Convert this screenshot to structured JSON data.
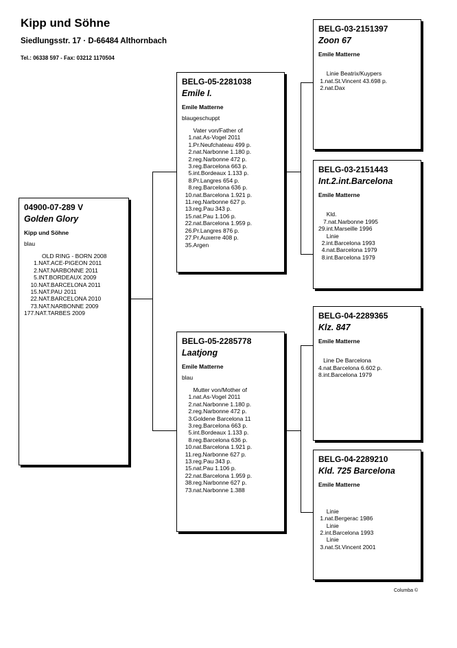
{
  "header": {
    "name": "Kipp und Söhne",
    "address": "Siedlungsstr. 17  ·  D-66484 Althornbach",
    "contact": "Tel.: 06338 597  -  Fax: 03212 1170504"
  },
  "pigeons": {
    "subject": {
      "ring": "04900-07-289 V",
      "name": "Golden Glory",
      "breeder": "Kipp und Söhne",
      "color": "blau",
      "lines": [
        "           OLD RING - BORN 2008",
        "      1.NAT.ACE-PIGEON 2011",
        "      2.NAT.NARBONNE 2011",
        "      5.INT.BORDEAUX 2009",
        "    10.NAT.BARCELONA 2011",
        "    15.NAT.PAU 2011",
        "    22.NAT.BARCELONA 2010",
        "    73.NAT.NARBONNE 2009",
        "177.NAT.TARBES 2009"
      ]
    },
    "sire": {
      "ring": "BELG-05-2281038",
      "name": "Emile I.",
      "breeder": "Emile Matterne",
      "color": "blaugeschuppt",
      "lines": [
        "       Vater von/Father of",
        "    1.nat.As-Vogel 2011",
        "    1.Pr.Neufchateau 499 p.",
        "    2.nat.Narbonne 1.180 p.",
        "    2.reg.Narbonne 472 p.",
        "    3.reg.Barcelona 663 p.",
        "    5.int.Bordeaux 1.133 p.",
        "    8.Pr.Langres 654 p.",
        "    8.reg.Barcelona 636 p.",
        "  10.nat.Barcelona 1.921 p.",
        "  11.reg.Narbonne 627 p.",
        "  13.reg.Pau 343 p.",
        "  15.nat.Pau 1.106 p.",
        "  22.nat.Barcelona 1.959 p.",
        "  26.Pr.Langres 876 p.",
        "  27.Pr.Auxerre 408 p.",
        "  35.Argen"
      ]
    },
    "dam": {
      "ring": "BELG-05-2285778",
      "name": "Laatjong",
      "breeder": "Emile Matterne",
      "color": "blau",
      "lines": [
        "       Mutter von/Mother of",
        "    1.nat.As-Vogel 2011",
        "    2.nat.Narbonne 1.180 p.",
        "    2.reg.Narbonne 472 p.",
        "    3.Goldene Barcelona 11",
        "    3.reg.Barcelona 663 p.",
        "    5.int.Bordeaux 1.133 p.",
        "    8.reg.Barcelona 636 p.",
        "  10.nat.Barcelona 1.921 p.",
        "  11.reg.Narbonne 627 p.",
        "  13.reg.Pau 343 p.",
        "  15.nat.Pau 1.106 p.",
        "  22.nat.Barcelona 1.959 p.",
        "  38.reg.Narbonne 627 p.",
        "  73.nat.Narbonne 1.388"
      ]
    },
    "sire_sire": {
      "ring": "BELG-03-2151397",
      "name": "Zoon 67",
      "breeder": "Emile Matterne",
      "color": "",
      "lines": [
        "",
        "     Linie Beatrix/Kuypers",
        " 1.nat.St.Vincent 43.698 p.",
        " 2.nat.Dax"
      ]
    },
    "sire_dam": {
      "ring": "BELG-03-2151443",
      "name": "Int.2.int.Barcelona",
      "breeder": "Emile Matterne",
      "color": "",
      "lines": [
        "",
        "     Kld.",
        "   7.nat.Narbonne 1995",
        "29.int.Marseille 1996",
        "     Linie",
        "  2.int.Barcelona 1993",
        "  4.nat.Barcelona 1979",
        "  8.int.Barcelona 1979"
      ]
    },
    "dam_sire": {
      "ring": "BELG-04-2289365",
      "name": "Klz. 847",
      "breeder": "Emile Matterne",
      "color": "",
      "lines": [
        "",
        "   Line De Barcelona",
        "4.nat.Barcelona 6.602 p.",
        "8.int.Barcelona 1979"
      ]
    },
    "dam_dam": {
      "ring": "BELG-04-2289210",
      "name": "Kld. 725 Barcelona",
      "breeder": "Emile Matterne",
      "color": "",
      "lines": [
        "",
        "",
        "     Linie",
        " 1.nat.Bergerac 1986",
        "     Linie",
        " 2.int.Barcelona 1993",
        "     Linie",
        " 3.nat.St.Vincent 2001"
      ]
    }
  },
  "footer": {
    "credit": "Columba ©"
  }
}
